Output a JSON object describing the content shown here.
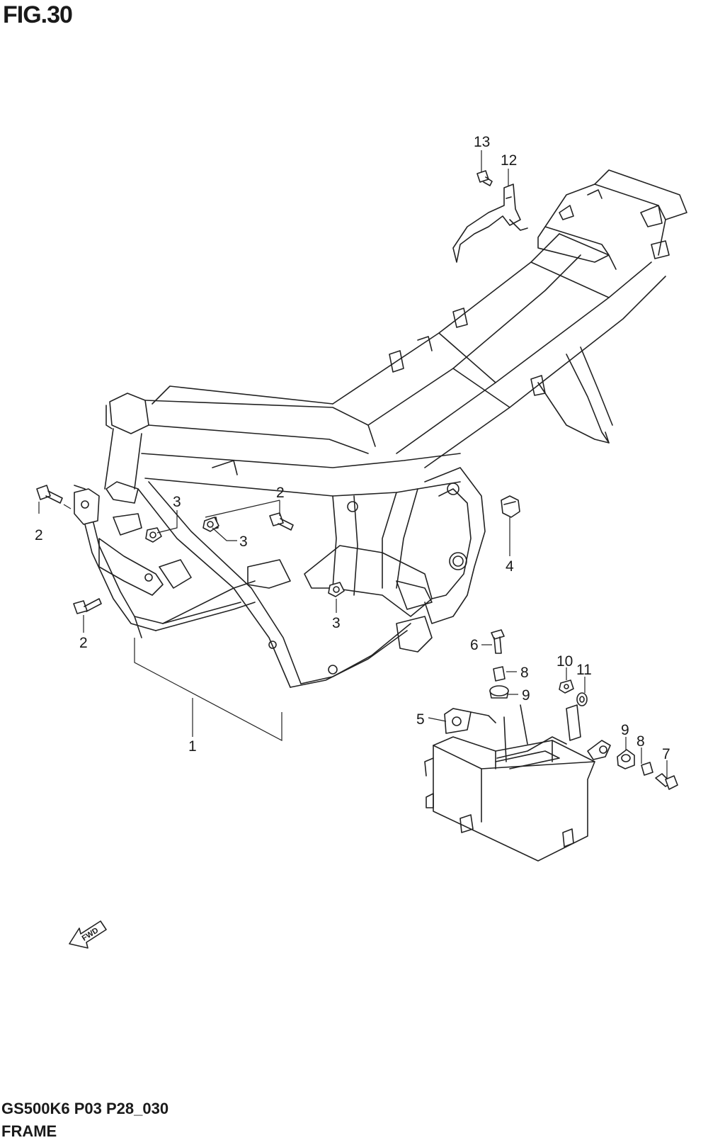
{
  "figure": {
    "title": "FIG.30",
    "code": "GS500K6 P03 P28_030",
    "name": "FRAME"
  },
  "fwd_label": "FWD",
  "callouts": [
    {
      "id": "c13",
      "text": "13"
    },
    {
      "id": "c12",
      "text": "12"
    },
    {
      "id": "c2a",
      "text": "2"
    },
    {
      "id": "c3a",
      "text": "3"
    },
    {
      "id": "c2b",
      "text": "2"
    },
    {
      "id": "c3b",
      "text": "3"
    },
    {
      "id": "c4",
      "text": "4"
    },
    {
      "id": "c3c",
      "text": "3"
    },
    {
      "id": "c2c",
      "text": "2"
    },
    {
      "id": "c1",
      "text": "1"
    },
    {
      "id": "c6",
      "text": "6"
    },
    {
      "id": "c10",
      "text": "10"
    },
    {
      "id": "c11",
      "text": "11"
    },
    {
      "id": "c8a",
      "text": "8"
    },
    {
      "id": "c9a",
      "text": "9"
    },
    {
      "id": "c5",
      "text": "5"
    },
    {
      "id": "c9b",
      "text": "9"
    },
    {
      "id": "c8b",
      "text": "8"
    },
    {
      "id": "c7",
      "text": "7"
    }
  ]
}
